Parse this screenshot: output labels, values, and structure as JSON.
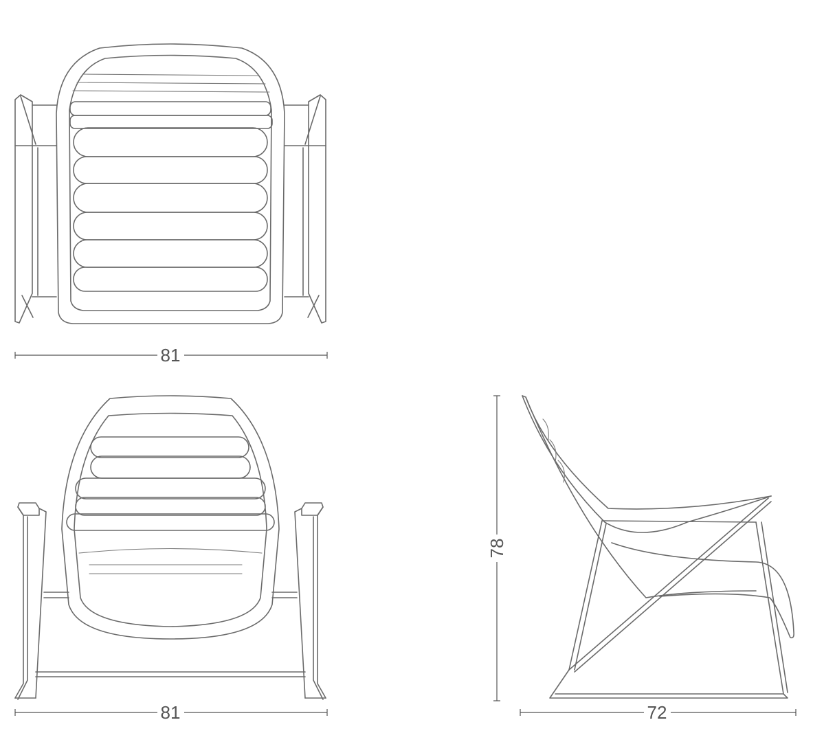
{
  "dimensions": {
    "top_view_width": "81",
    "front_view_width": "81",
    "side_view_height": "78",
    "side_view_depth": "72"
  },
  "colors": {
    "line": "#6a6a6a",
    "background": "#ffffff"
  }
}
